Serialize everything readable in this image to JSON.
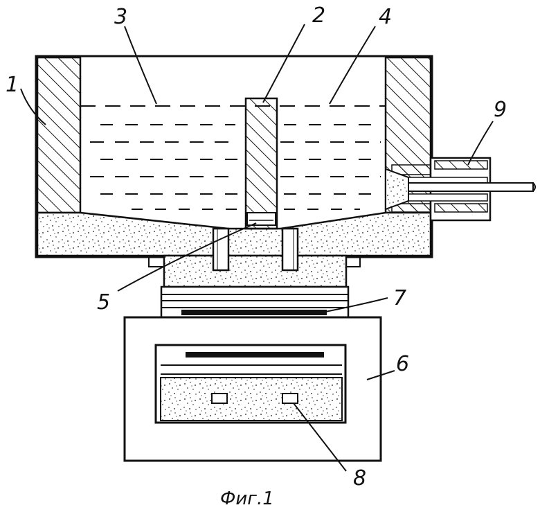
{
  "figure": {
    "caption": "Фиг.1",
    "labels": {
      "l1": "1",
      "l2": "2",
      "l3": "3",
      "l4": "4",
      "l5": "5",
      "l6": "6",
      "l7": "7",
      "l8": "8",
      "l9": "9"
    }
  },
  "colors": {
    "ink": "#111111",
    "paper": "#ffffff"
  }
}
